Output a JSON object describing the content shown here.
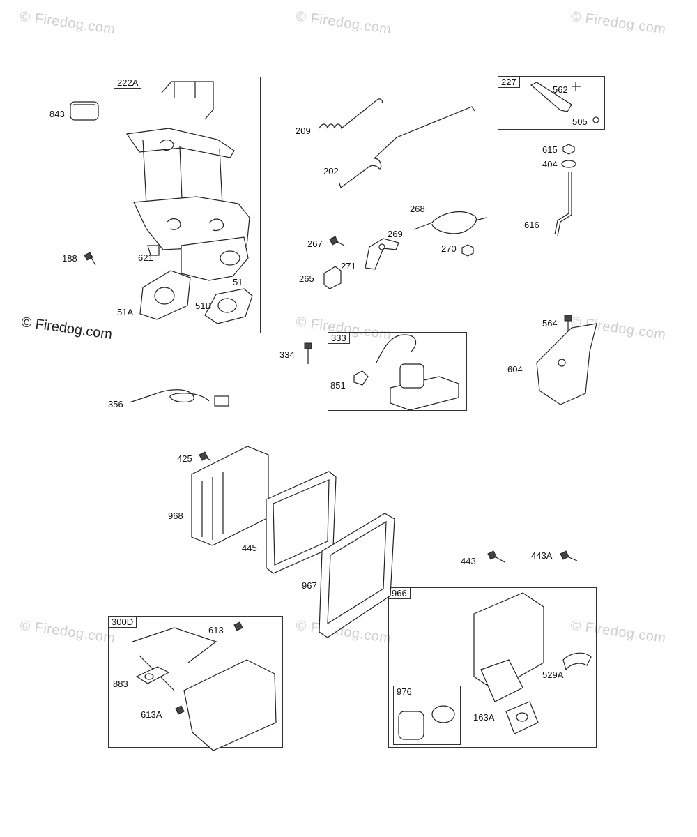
{
  "watermark": "© Firedog.com",
  "groups": {
    "g222A": "222A",
    "g227": "227",
    "g333": "333",
    "g300D": "300D",
    "g966": "966",
    "g976": "976"
  },
  "labels": {
    "l843": "843",
    "l188": "188",
    "l621": "621",
    "l51": "51",
    "l51A": "51A",
    "l51B": "51B",
    "l356": "356",
    "l209": "209",
    "l202": "202",
    "l268": "268",
    "l267": "267",
    "l269": "269",
    "l270": "270",
    "l271": "271",
    "l265": "265",
    "l334": "334",
    "l851": "851",
    "l562": "562",
    "l505": "505",
    "l615": "615",
    "l404": "404",
    "l616": "616",
    "l564": "564",
    "l604": "604",
    "l425": "425",
    "l968": "968",
    "l445": "445",
    "l967": "967",
    "l443": "443",
    "l443A": "443A",
    "l613": "613",
    "l883": "883",
    "l613A": "613A",
    "l529A": "529A",
    "l163A": "163A"
  }
}
